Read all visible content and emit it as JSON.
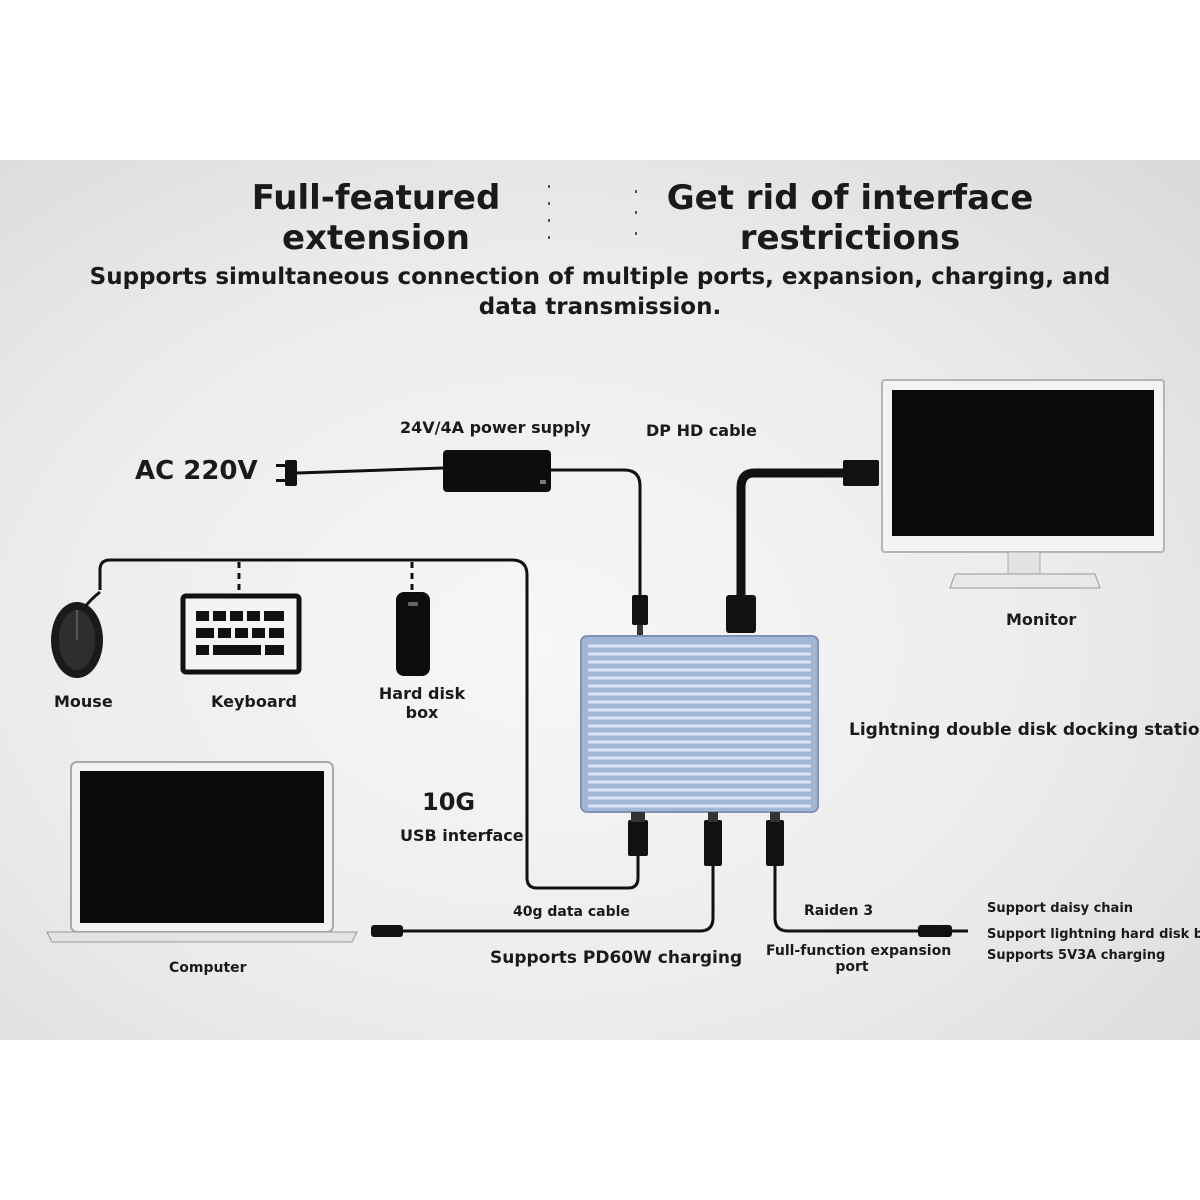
{
  "header": {
    "title_left_line1": "Full-featured",
    "title_left_line2": "extension",
    "title_right_line1": "Get rid of interface",
    "title_right_line2": "restrictions",
    "subtitle_line1": "Supports simultaneous connection of multiple ports, expansion, charging, and",
    "subtitle_line2": "data transmission."
  },
  "labels": {
    "ac": "AC 220V",
    "power_supply": "24V/4A power supply",
    "dp_cable": "DP HD cable",
    "monitor": "Monitor",
    "mouse": "Mouse",
    "keyboard": "Keyboard",
    "hdd_line1": "Hard disk",
    "hdd_line2": "box",
    "dock": "Lightning double disk docking station",
    "speed": "10G",
    "usb": "USB interface",
    "data_cable": "40g data cable",
    "raiden": "Raiden 3",
    "pd": "Supports PD60W charging",
    "expansion_line1": "Full-function expansion",
    "expansion_line2": "port",
    "computer": "Computer",
    "feature1": "Support daisy chain",
    "feature2": "Support lightning hard disk box",
    "feature3": "Supports 5V3A charging"
  },
  "icons": [
    "plug-icon",
    "power-adapter-icon",
    "monitor-icon",
    "mouse-icon",
    "keyboard-icon",
    "hard-disk-icon",
    "laptop-icon",
    "dock-icon",
    "usb-c-connector-icon",
    "dp-connector-icon"
  ],
  "colors": {
    "dock": "#9fb3d4",
    "cable": "#111111",
    "panel": "#ececec"
  }
}
